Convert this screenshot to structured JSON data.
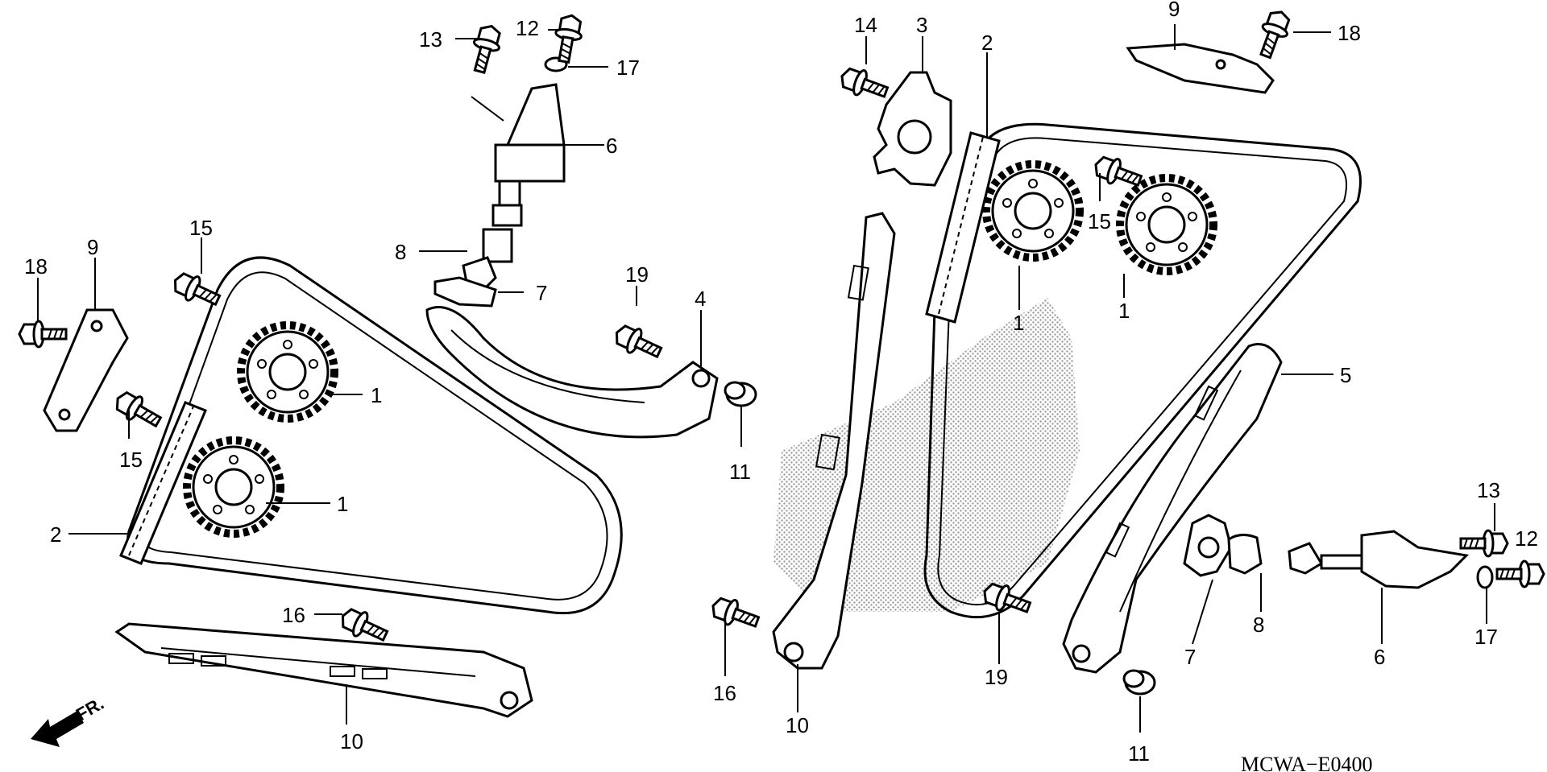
{
  "diagram": {
    "code": "MCWA−E0400",
    "direction_label": "FR.",
    "callouts": {
      "c1a": "1",
      "c1b": "1",
      "c1c": "1",
      "c1d": "1",
      "c2a": "2",
      "c2b": "2",
      "c3": "3",
      "c4": "4",
      "c5": "5",
      "c6a": "6",
      "c6b": "6",
      "c7a": "7",
      "c7b": "7",
      "c8a": "8",
      "c8b": "8",
      "c9a": "9",
      "c9b": "9",
      "c10a": "10",
      "c10b": "10",
      "c11a": "11",
      "c11b": "11",
      "c12a": "12",
      "c12b": "12",
      "c13a": "13",
      "c13b": "13",
      "c14": "14",
      "c15a": "15",
      "c15b": "15",
      "c16a": "16",
      "c16b": "16",
      "c17a": "17",
      "c17b": "17",
      "c18a": "18",
      "c18b": "18",
      "c19a": "19",
      "c19b": "19"
    },
    "colors": {
      "line": "#000000",
      "background": "#ffffff",
      "stipple": "#9a9a9a"
    },
    "parts": [
      "sprocket",
      "cam-chain",
      "tensioner-lifter-gasket",
      "cam-chain-guide",
      "cam-chain-tensioner",
      "tensioner-lifter",
      "gasket",
      "lifter-cap",
      "bracket",
      "tensioner-slipper",
      "guide-pivot-bolt",
      "sealing-bolt",
      "flange-bolt",
      "washer"
    ]
  }
}
